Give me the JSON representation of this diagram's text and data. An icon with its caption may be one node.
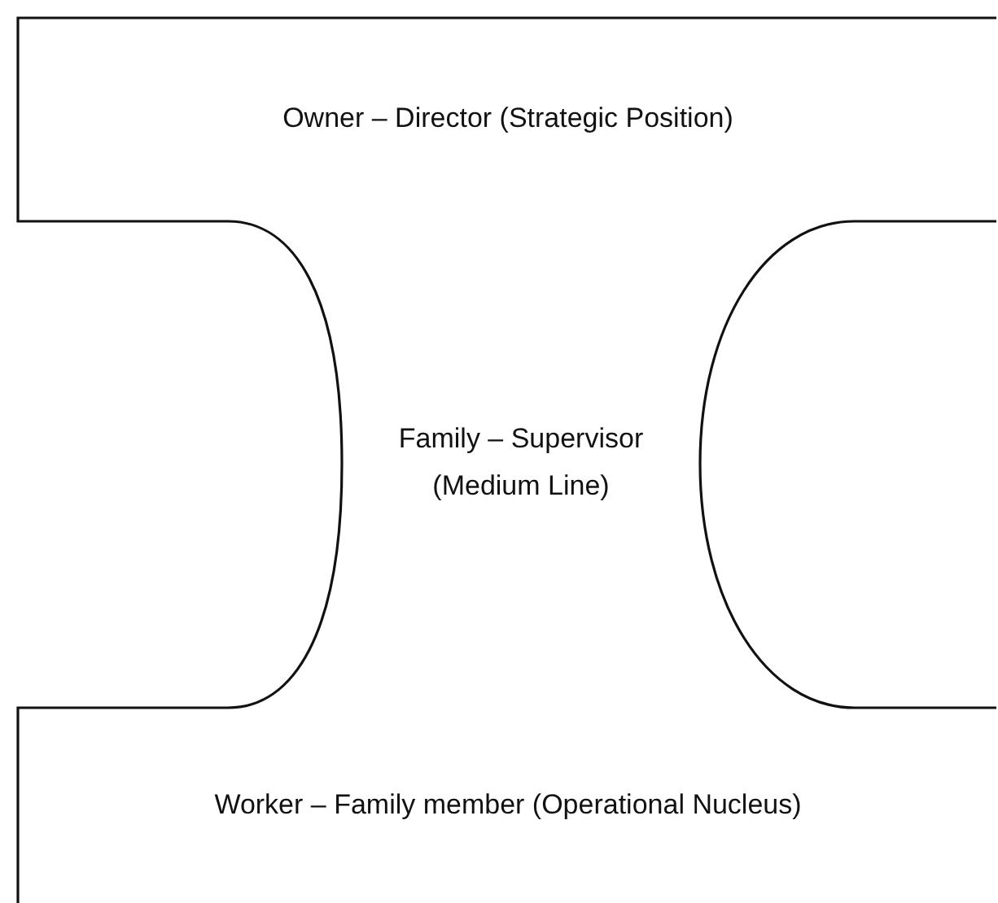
{
  "diagram": {
    "nodes": [
      {
        "text": [
          "Owner – Director (Strategic Position)"
        ]
      },
      {
        "text": [
          "Family – Supervisor (Medium Line)"
        ]
      },
      {
        "text": [
          "Worker – Family member (Operational Nucleus)"
        ]
      }
    ]
  }
}
